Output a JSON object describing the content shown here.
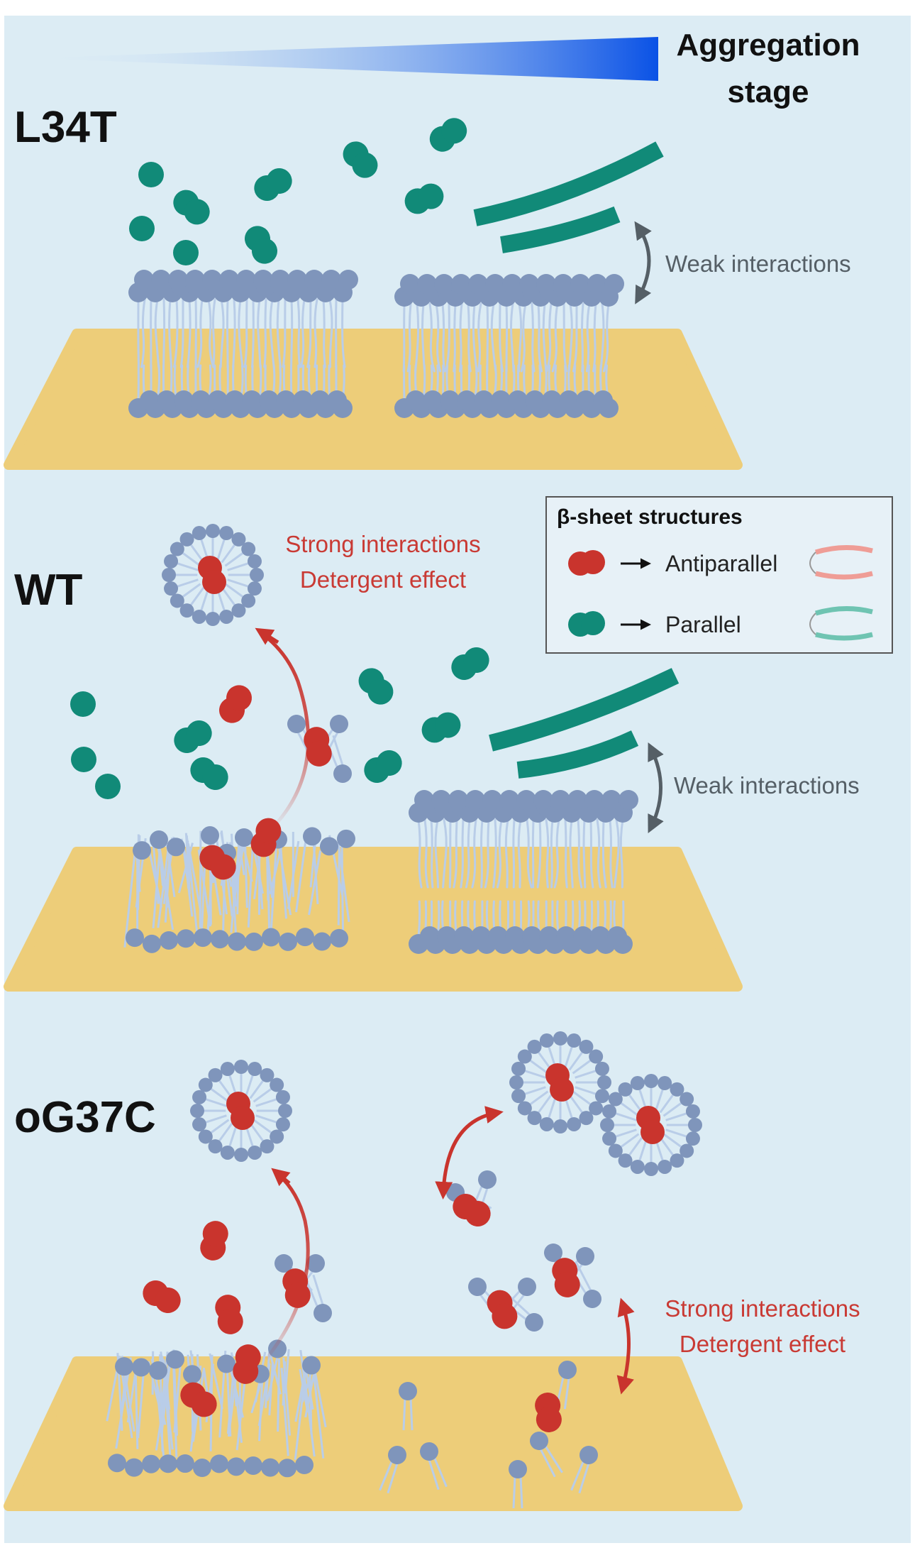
{
  "figure": {
    "aggregation_label": "Aggregation stage",
    "panels": [
      {
        "label": "L34T",
        "note": "Weak interactions",
        "note_color": "#555f66"
      },
      {
        "label": "WT",
        "note": "Weak interactions",
        "note_color": "#555f66",
        "note2": "Strong interactions",
        "note3": "Detergent effect",
        "note2_color": "#c93a34"
      },
      {
        "label": "oG37C",
        "note2": "Strong interactions",
        "note3": "Detergent effect",
        "note2_color": "#c93a34"
      }
    ],
    "legend": {
      "title": "β-sheet structures",
      "items": [
        {
          "label": "Antiparallel",
          "color": "#c9342d"
        },
        {
          "label": "Parallel",
          "color": "#118a78"
        }
      ]
    },
    "colors": {
      "background": "#dcecf4",
      "substrate": "#edcd79",
      "lipid_head": "#7f95bb",
      "lipid_tail": "#b9cde8",
      "teal": "#118a78",
      "red": "#c9342d",
      "gradient_start": "#dcecf4",
      "gradient_end": "#0a52e6"
    }
  }
}
